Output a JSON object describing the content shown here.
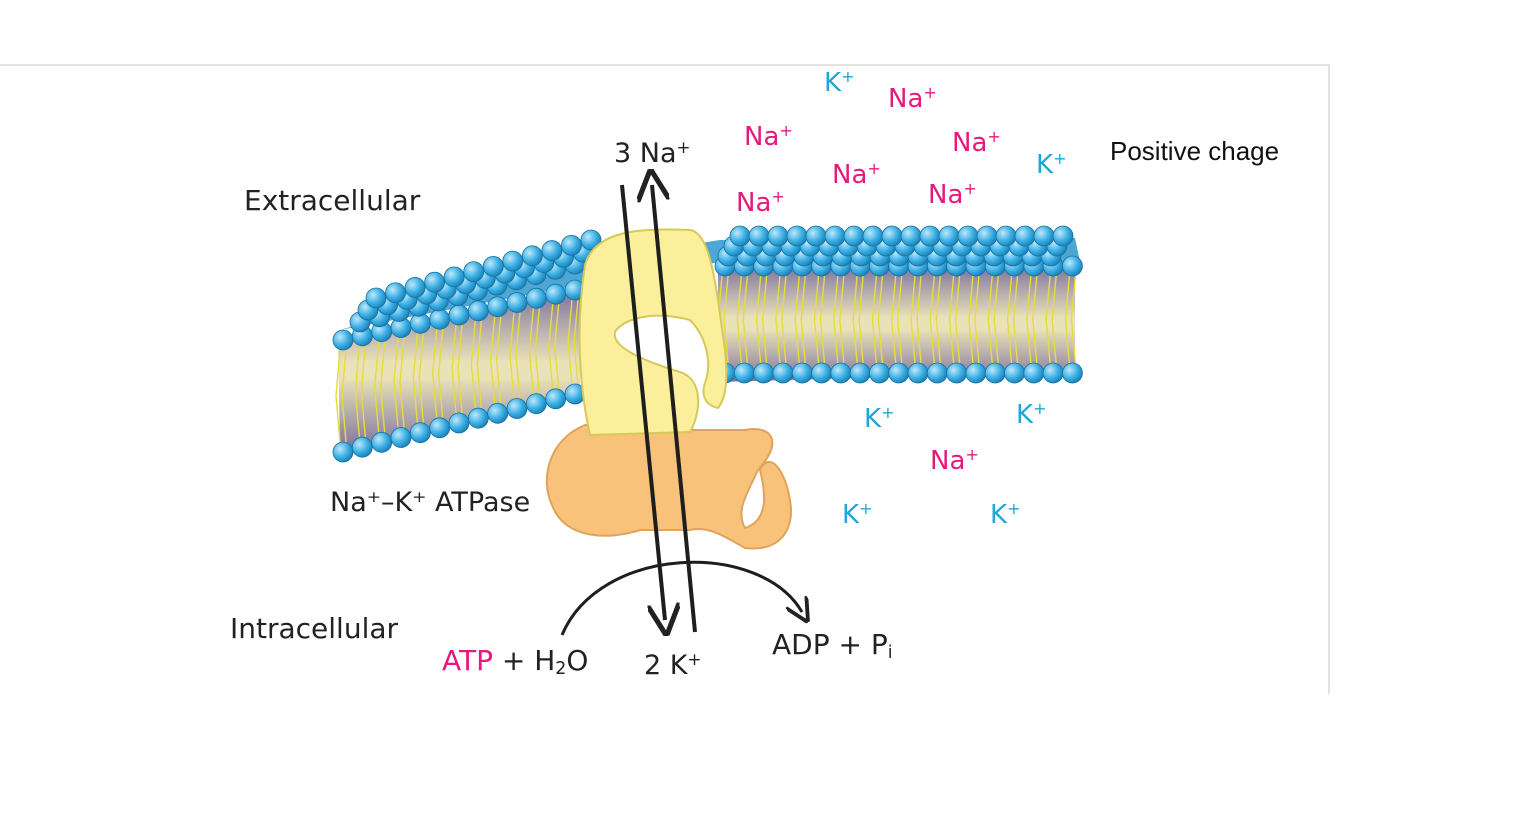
{
  "labels": {
    "extracellular": "Extracellular",
    "intracellular": "Intracellular",
    "pump_name": "Na⁺–K⁺ ATPase",
    "three_na": "3 Na",
    "two_k": "2 K",
    "atp": "ATP",
    "h2o_prefix": " + H",
    "h2o_sub": "2",
    "h2o_suffix": "O",
    "adp": "ADP + P",
    "adp_sub": "i",
    "positive_charge": "Positive chage"
  },
  "ion_symbols": {
    "na": "Na",
    "k": "K",
    "plus": "+"
  },
  "colors": {
    "na": "#e5197e",
    "k": "#1fa6dd",
    "lipid_head": "#2f9fd6",
    "membrane_core": "#8f82a8",
    "protein_top": "#fbef9c",
    "protein_bottom": "#f9c27a",
    "atp": "#e5197e"
  }
}
